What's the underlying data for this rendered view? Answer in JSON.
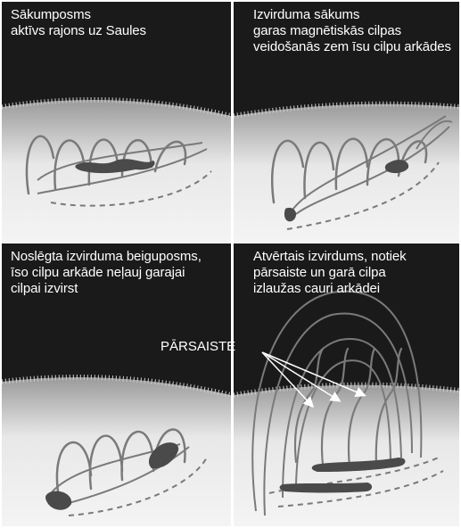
{
  "panels": [
    {
      "id": "initial-phase",
      "lines": [
        "Sākumposms",
        "aktīvs rajons uz Saules"
      ]
    },
    {
      "id": "eruption-start",
      "lines": [
        "Izvirduma sākums",
        "garas magnētiskās cilpas",
        "veidošanās zem īsu cilpu arkādes"
      ]
    },
    {
      "id": "closed-eruption-end",
      "lines": [
        "Noslēgta izvirduma beiguposms,",
        "īso cilpu arkāde neļauj garajai",
        "cilpai izvirst"
      ]
    },
    {
      "id": "open-eruption",
      "lines": [
        "Atvērtais izvirdums, notiek",
        "pārsaiste un garā cilpa",
        "izlaužas cauri arkādei"
      ],
      "callout": "PĀRSAISTE"
    }
  ],
  "colors": {
    "sky": "#1a1a1a",
    "surface_light": "#f0f0f0",
    "surface_mid": "#b4b4b4",
    "loop": "#7a7a7a",
    "spot": "#4a4a4a",
    "text": "#ffffff"
  }
}
